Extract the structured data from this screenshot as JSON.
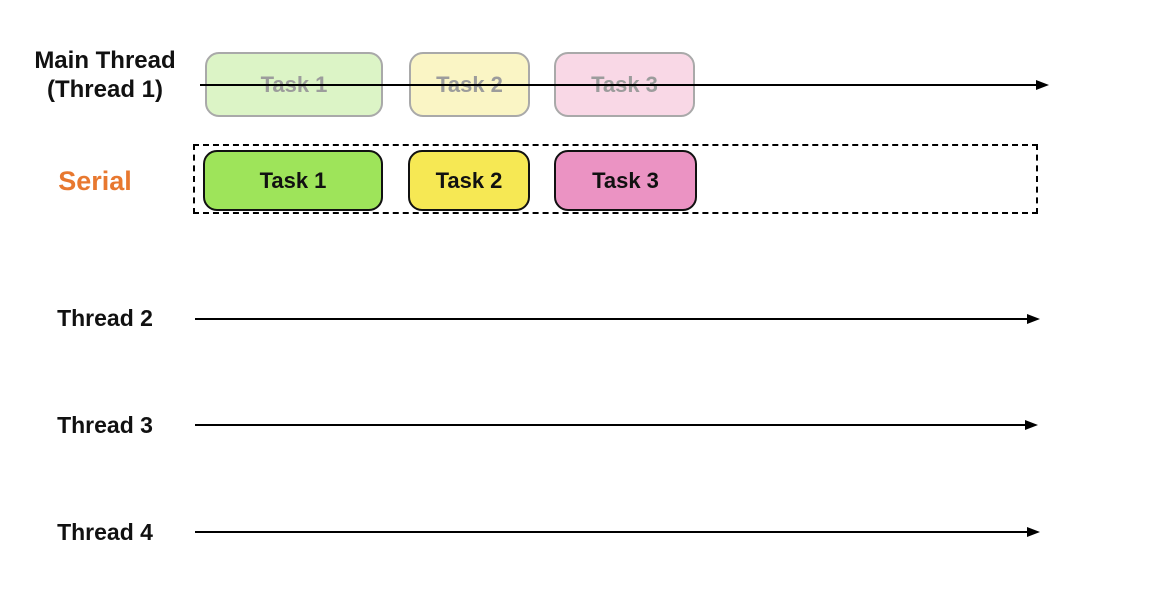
{
  "diagram": {
    "main_thread": {
      "label_line1": "Main Thread",
      "label_line2": "(Thread 1)",
      "tasks": [
        {
          "label": "Task 1",
          "fill": "#DCF4C6",
          "border": "#A9A9A9",
          "text_color": "#9C9C9C"
        },
        {
          "label": "Task 2",
          "fill": "#FAF5C5",
          "border": "#A9A9A9",
          "text_color": "#9C9C9C"
        },
        {
          "label": "Task 3",
          "fill": "#F9D8E6",
          "border": "#A9A9A9",
          "text_color": "#9C9C9C"
        }
      ]
    },
    "serial_queue": {
      "label": "Serial",
      "label_color": "#E8782F",
      "tasks": [
        {
          "label": "Task 1",
          "fill": "#9EE45A",
          "border": "#111111",
          "text_color": "#111111"
        },
        {
          "label": "Task 2",
          "fill": "#F6E854",
          "border": "#111111",
          "text_color": "#111111"
        },
        {
          "label": "Task 3",
          "fill": "#EB93C3",
          "border": "#111111",
          "text_color": "#111111"
        }
      ]
    },
    "threads": [
      {
        "label": "Thread 2"
      },
      {
        "label": "Thread 3"
      },
      {
        "label": "Thread 4"
      }
    ]
  }
}
